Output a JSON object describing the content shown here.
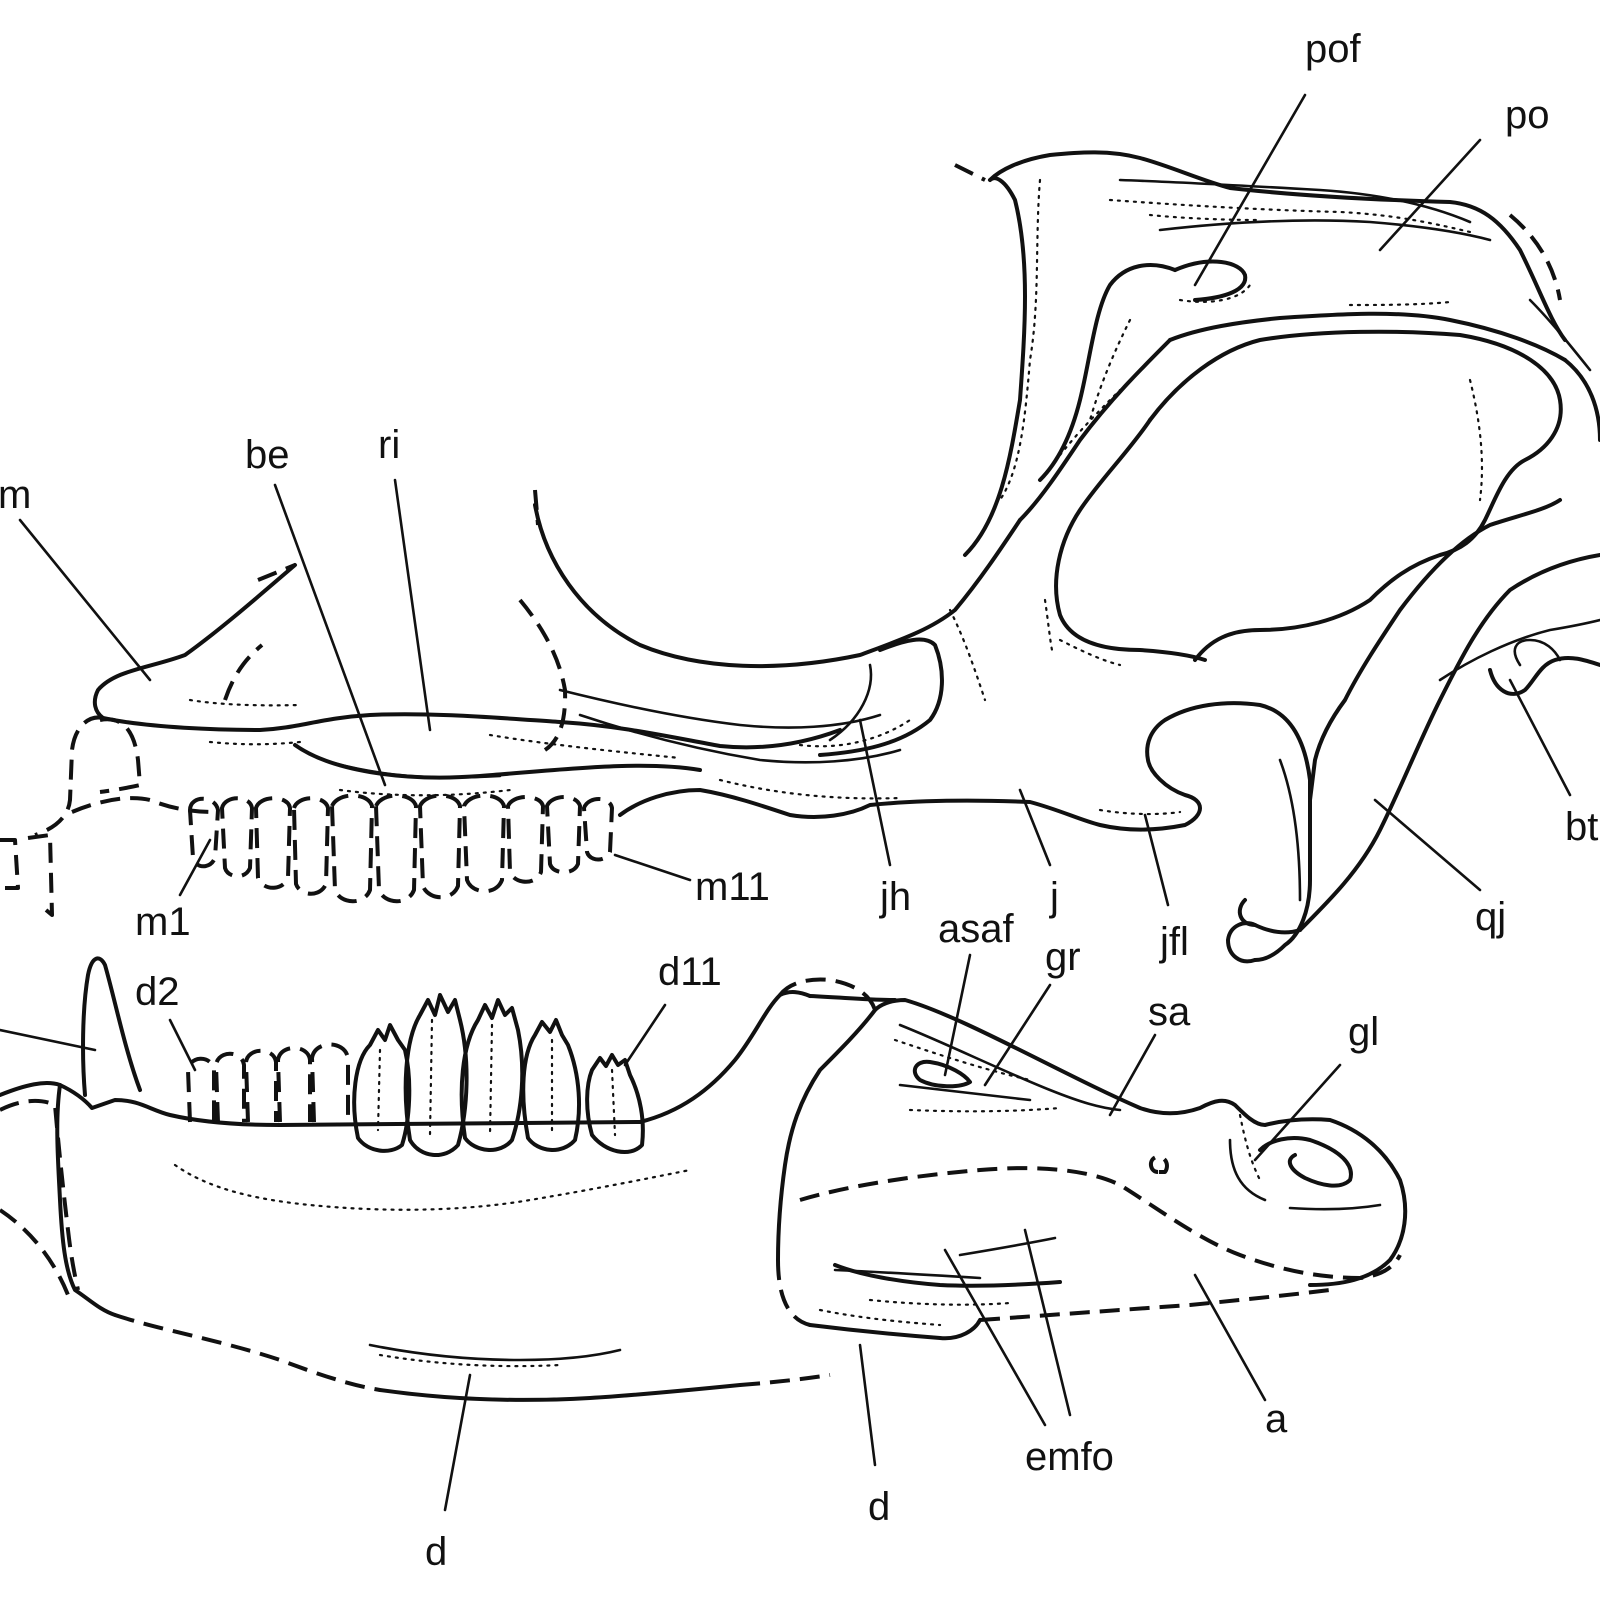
{
  "figure": {
    "labels": {
      "m": "m",
      "be": "be",
      "ri": "ri",
      "pof": "pof",
      "po": "po",
      "m1": "m1",
      "m11": "m11",
      "jh": "jh",
      "j": "j",
      "jfl": "jfl",
      "qj": "qj",
      "bt": "bt",
      "asaf": "asaf",
      "gr": "gr",
      "d11": "d11",
      "d2": "d2",
      "sa": "sa",
      "gl": "gl",
      "a": "a",
      "emfo": "emfo",
      "d_lower": "d",
      "d_posterior": "d"
    }
  }
}
